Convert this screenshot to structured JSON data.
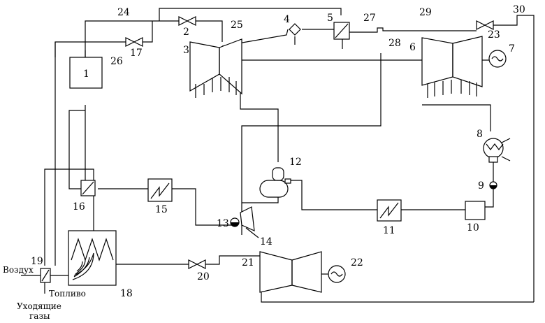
{
  "diagram": {
    "numbers": {
      "n1": "1",
      "n2": "2",
      "n3": "3",
      "n4": "4",
      "n5": "5",
      "n6": "6",
      "n7": "7",
      "n8": "8",
      "n9": "9",
      "n10": "10",
      "n11": "11",
      "n12": "12",
      "n13": "13",
      "n14": "14",
      "n15": "15",
      "n16": "16",
      "n17": "17",
      "n18": "18",
      "n19": "19",
      "n20": "20",
      "n21": "21",
      "n22": "22",
      "n23": "23",
      "n24": "24",
      "n25": "25",
      "n26": "26",
      "n27": "27",
      "n28": "28",
      "n29": "29",
      "n30": "30"
    },
    "labels": {
      "air": "Воздух",
      "fuel": "Топливо",
      "flue_line1": "Уходящие",
      "flue_line2": "газы"
    }
  }
}
